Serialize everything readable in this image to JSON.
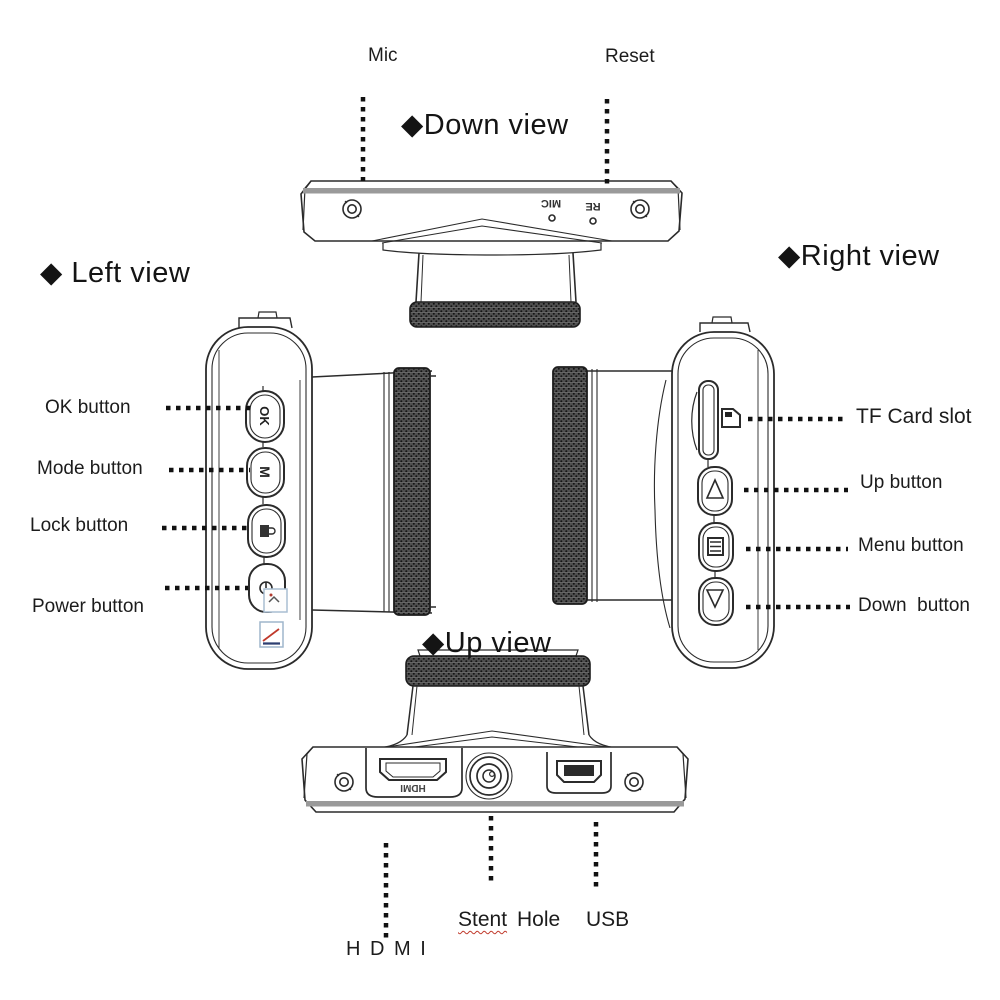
{
  "figure": {
    "views": {
      "down": {
        "title": "◆Down view",
        "labels": {
          "mic": "Mic",
          "reset": "Reset"
        },
        "markings": {
          "mic": "MIC",
          "reset": "RE"
        }
      },
      "left": {
        "title": "◆ Left view",
        "labels": {
          "ok": "OK button",
          "mode": "Mode button",
          "lock": "Lock button",
          "power": "Power button"
        },
        "markings": {
          "ok": "OK",
          "mode": "M"
        }
      },
      "right": {
        "title": "◆Right view",
        "labels": {
          "tf": "TF Card slot",
          "up": "Up button",
          "menu": "Menu button",
          "down": "Down  button"
        }
      },
      "up": {
        "title": "◆Up view",
        "labels": {
          "hdmi": "H D M I",
          "stent": "Stent",
          "hole": "Hole",
          "usb": "USB"
        },
        "markings": {
          "hdmi": "HDMI"
        }
      }
    },
    "colors": {
      "line": "#2b2b2b",
      "band": "#9a9a9a",
      "squiggle": "#c0392b"
    }
  }
}
